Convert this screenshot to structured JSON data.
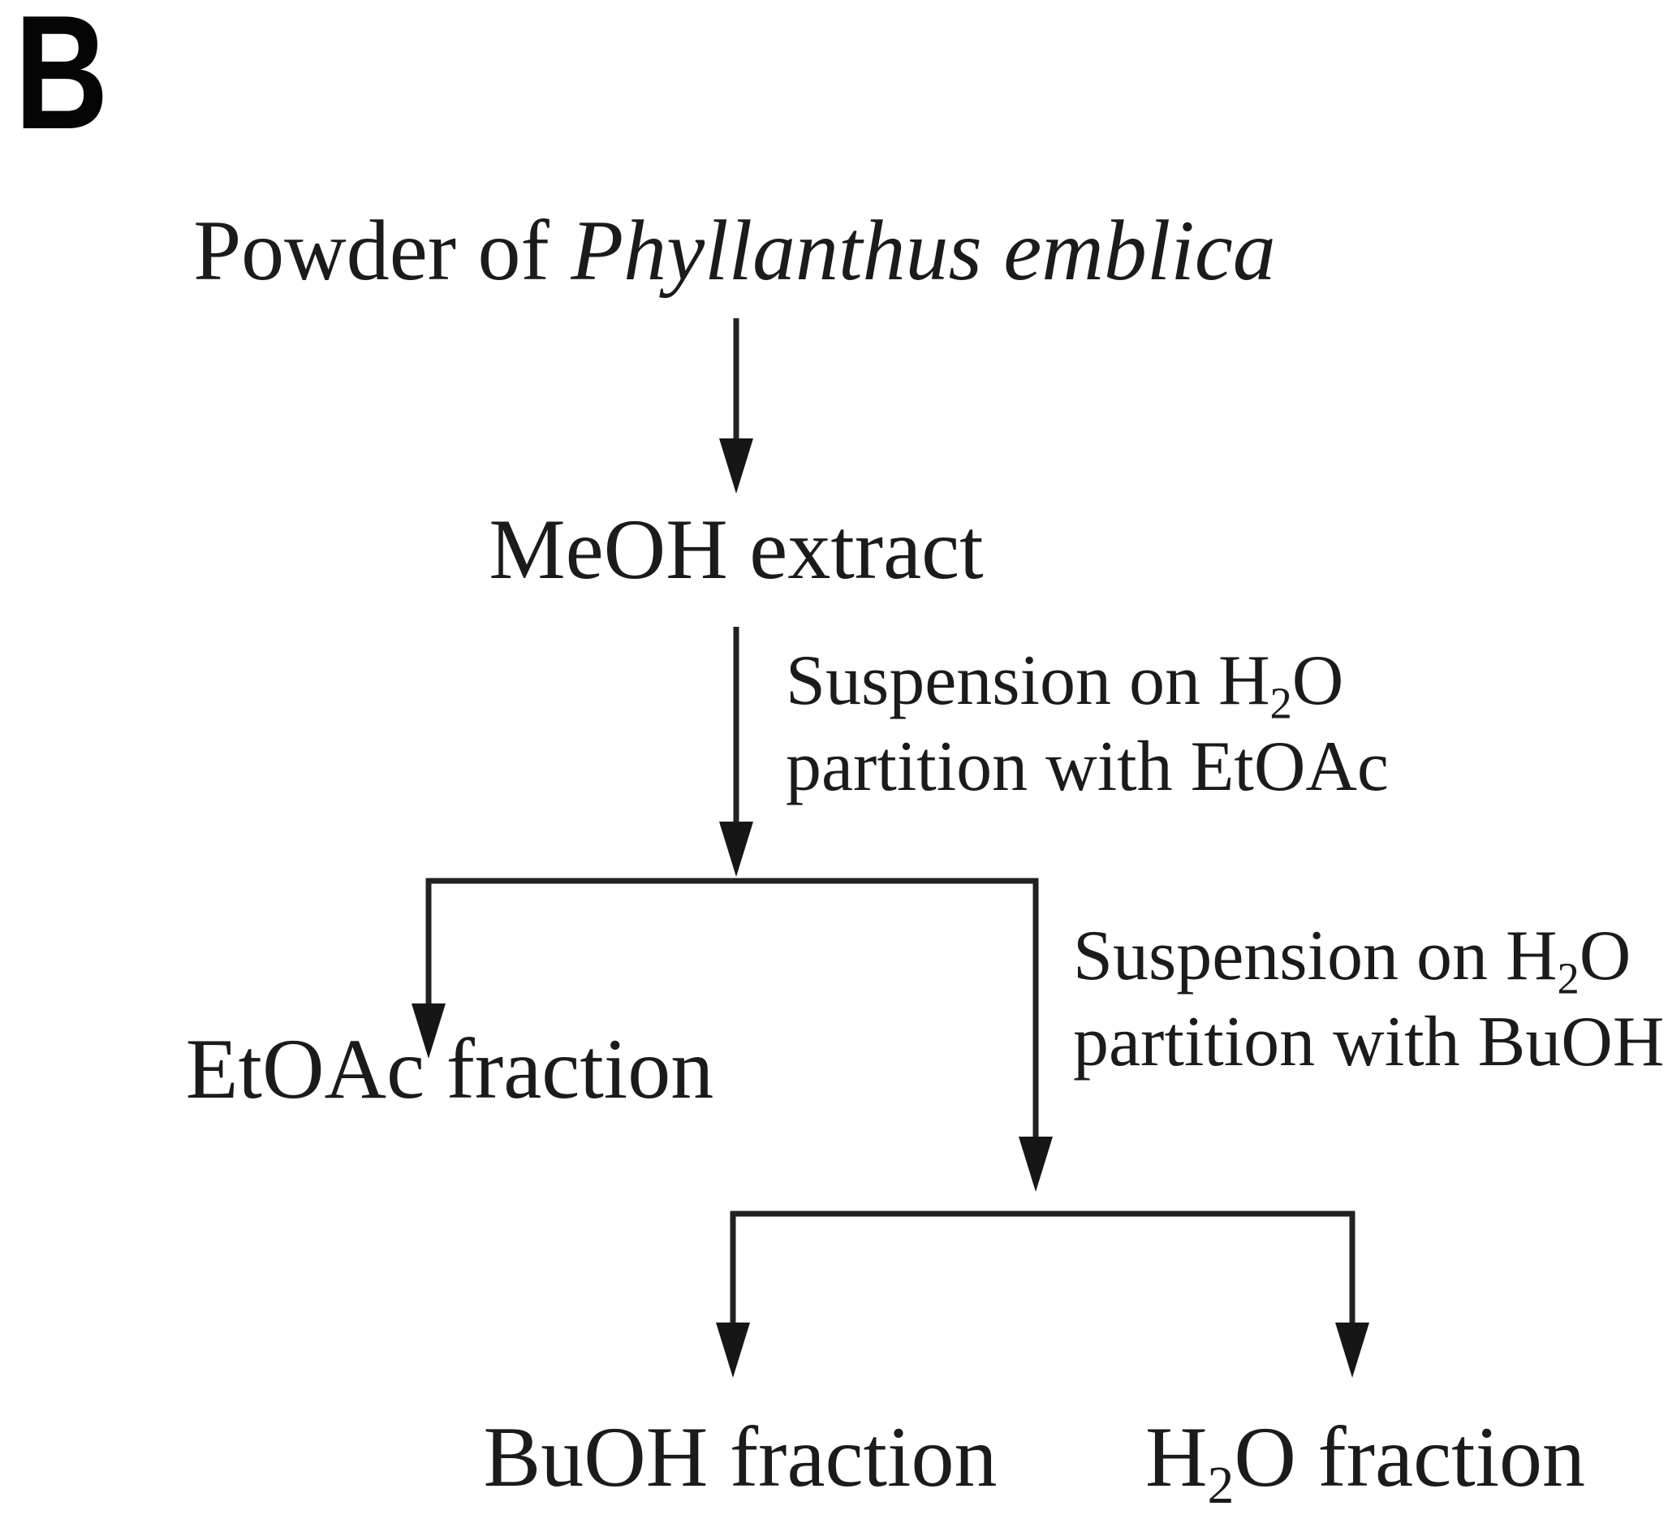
{
  "panel_label": "B",
  "colors": {
    "text": "#1b1b1b",
    "line": "#222222",
    "background": "#ffffff"
  },
  "nodes": {
    "source": {
      "prefix": "Powder of ",
      "species": "Phyllanthus emblica"
    },
    "meoh": {
      "label": "MeOH extract"
    },
    "etoac": {
      "label": "EtOAc fraction"
    },
    "buoh": {
      "label": "BuOH fraction"
    },
    "water": {
      "pre": "H",
      "sub": "2",
      "post": "O fraction"
    }
  },
  "steps": {
    "etoac_partition": {
      "line1_pre": "Suspension on H",
      "line1_sub": "2",
      "line1_post": "O",
      "line2": "partition with EtOAc"
    },
    "buoh_partition": {
      "line1_pre": "Suspension on H",
      "line1_sub": "2",
      "line1_post": "O",
      "line2": "partition with BuOH"
    }
  }
}
